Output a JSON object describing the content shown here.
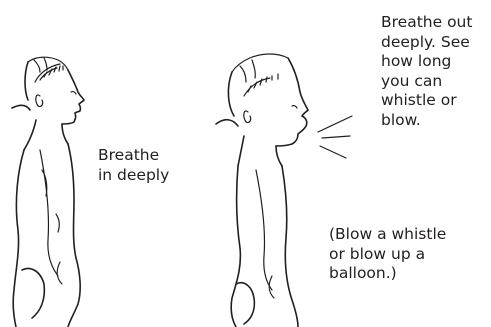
{
  "inhale": {
    "label_line1": "Breathe",
    "label_line2": "in deeply"
  },
  "exhale": {
    "lines": [
      "Breathe out",
      "deeply. See",
      "how long",
      "you can",
      "whistle or",
      "blow."
    ]
  },
  "note": {
    "lines": [
      "(Blow a whistle",
      "or blow up a",
      "balloon.)"
    ]
  },
  "colors": {
    "ink": "#231f20",
    "background": "#ffffff"
  }
}
